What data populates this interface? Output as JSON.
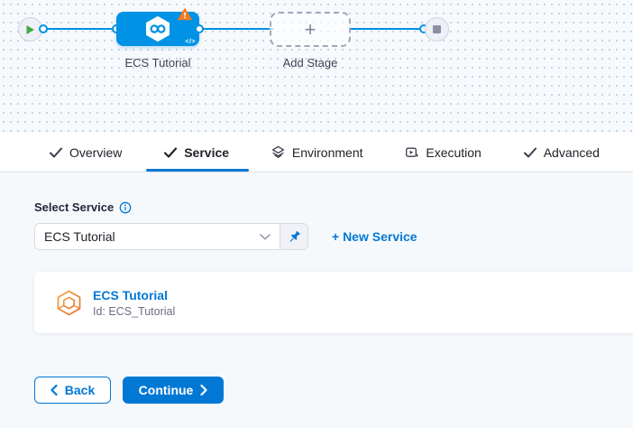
{
  "colors": {
    "accent": "#0278d5",
    "node-blue": "#0092e4",
    "edge-blue": "#0092e4",
    "warning-orange": "#f07a21",
    "success-green": "#42ab45"
  },
  "pipeline": {
    "stage_label": "ECS Tutorial",
    "add_stage_label": "Add Stage",
    "plus": "+",
    "code_icon_text": "</>"
  },
  "tabs": {
    "items": [
      {
        "label": "Overview",
        "icon": "check",
        "active": false
      },
      {
        "label": "Service",
        "icon": "check",
        "active": true
      },
      {
        "label": "Environment",
        "icon": "layers",
        "active": false
      },
      {
        "label": "Execution",
        "icon": "execution",
        "active": false
      },
      {
        "label": "Advanced",
        "icon": "check",
        "active": false
      }
    ]
  },
  "service_form": {
    "select_label": "Select Service",
    "select_value": "ECS Tutorial",
    "new_service_label": "+ New Service",
    "service_card": {
      "title": "ECS Tutorial",
      "id": "Id: ECS_Tutorial"
    }
  },
  "footer": {
    "back_label": "Back",
    "continue_label": "Continue"
  }
}
